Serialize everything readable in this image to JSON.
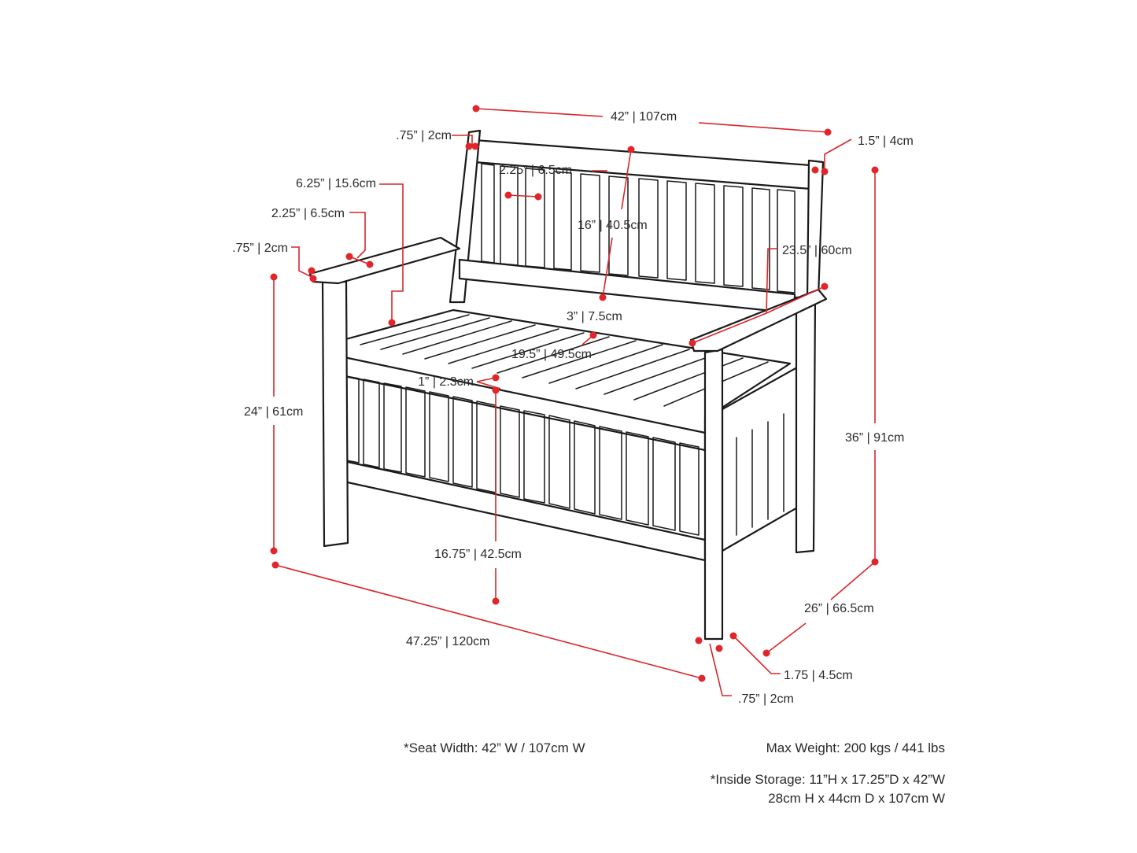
{
  "dimensions": {
    "overall_width": "42” | 107cm",
    "backrest_thickness": ".75” | 2cm",
    "backrest_post": "1.5” | 4cm",
    "slat_width": "2.25” | 6.5cm",
    "arm_width_front": "6.25” | 15.6cm",
    "arm_width_mid": "2.25” | 6.5cm",
    "arm_thickness": ".75” | 2cm",
    "backrest_height": "16” | 40.5cm",
    "arm_height_from_seat": "23.5” | 60cm",
    "rail_height": "3” | 7.5cm",
    "seat_depth": "19.5” | 49.5cm",
    "seat_thickness": "1” | 2.3cm",
    "arm_height": "24” | 61cm",
    "total_height": "36” | 91cm",
    "seat_height": "16.75” | 42.5cm",
    "overall_depth": "26” | 66.5cm",
    "overall_length": "47.25” | 120cm",
    "leg_width": "1.75 | 4.5cm",
    "leg_thickness": ".75” | 2cm"
  },
  "notes": {
    "seat_width": "*Seat Width: 42” W / 107cm W",
    "max_weight": "Max Weight: 200 kgs / 441 lbs",
    "inside_storage_imperial": "*Inside Storage: 11”H x 17.25”D x 42”W",
    "inside_storage_metric": "28cm H x 44cm D x 107cm W"
  },
  "colors": {
    "dimension_red": "#e0262b",
    "outline": "#1a1a1a",
    "text": "#2a2a2a"
  }
}
